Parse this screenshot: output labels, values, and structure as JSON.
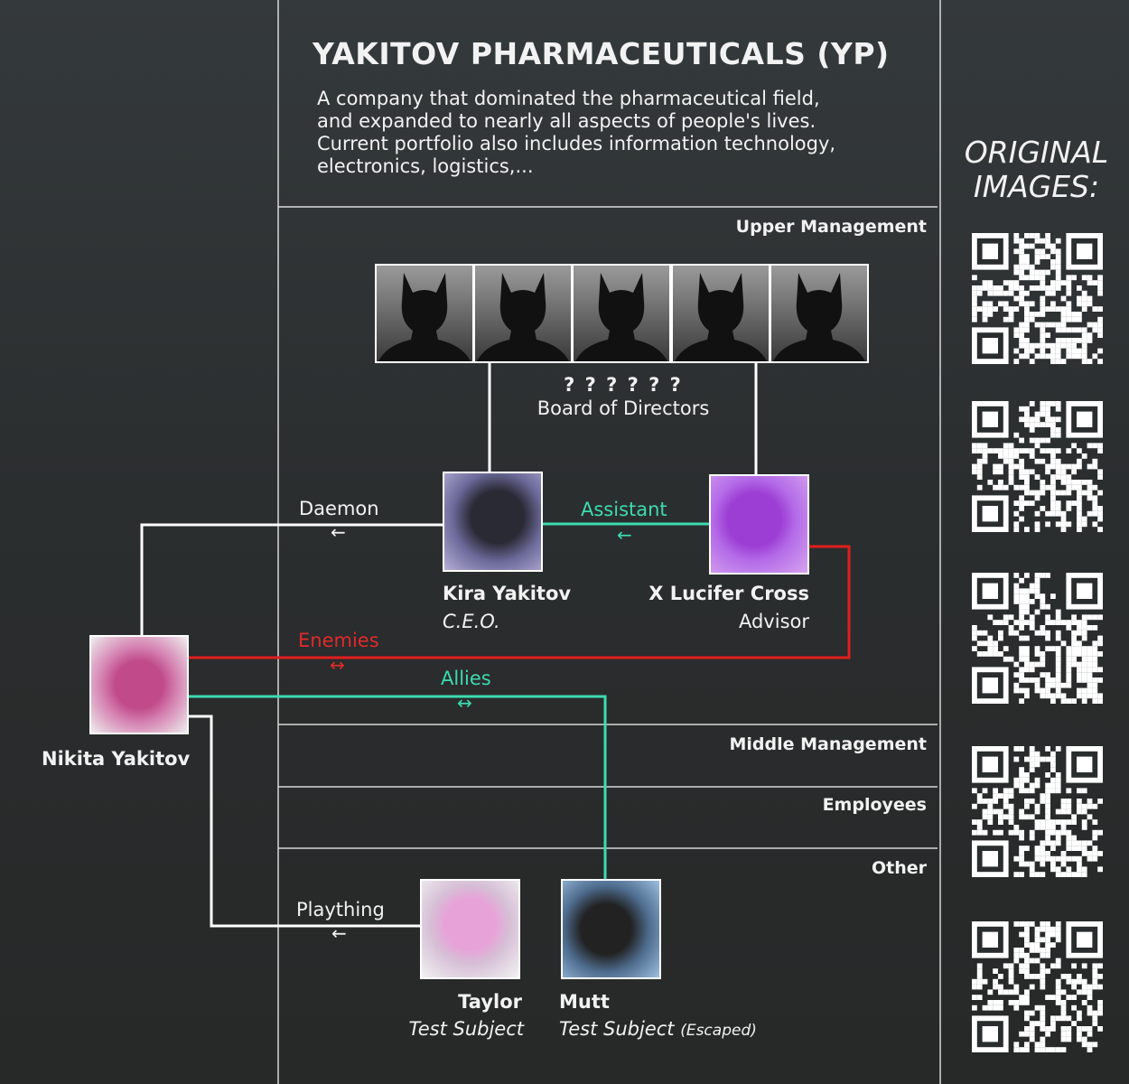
{
  "header": {
    "title": "YAKITOV PHARMACEUTICALS (YP)",
    "description": [
      "A company that dominated the pharmaceutical field,",
      "and expanded to nearly all aspects of people's lives.",
      "Current portfolio also includes information technology,",
      "electronics, logistics,..."
    ]
  },
  "sidebar": {
    "title_line1": "ORIGINAL",
    "title_line2": "IMAGES:",
    "qr_count": 5
  },
  "sections": {
    "upper": "Upper Management",
    "middle": "Middle Management",
    "employees": "Employees",
    "other": "Other"
  },
  "board": {
    "name": "? ? ? ? ? ?",
    "role": "Board of Directors"
  },
  "characters": {
    "kira": {
      "name": "Kira Yakitov",
      "role": "C.E.O."
    },
    "lucifer": {
      "name": "X Lucifer Cross",
      "role": "Advisor"
    },
    "nikita": {
      "name": "Nikita Yakitov"
    },
    "taylor": {
      "name": "Taylor",
      "role": "Test Subject"
    },
    "mutt": {
      "name": "Mutt",
      "role": "Test Subject",
      "note": "(Escaped)"
    }
  },
  "relations": {
    "daemon": "Daemon",
    "assistant": "Assistant",
    "enemies": "Enemies",
    "allies": "Allies",
    "plaything": "Plaything",
    "arrow_left": "←",
    "arrow_both": "↔"
  },
  "colors": {
    "line": "#ffffff",
    "teal": "#3ddbb0",
    "red": "#e01e1e"
  }
}
